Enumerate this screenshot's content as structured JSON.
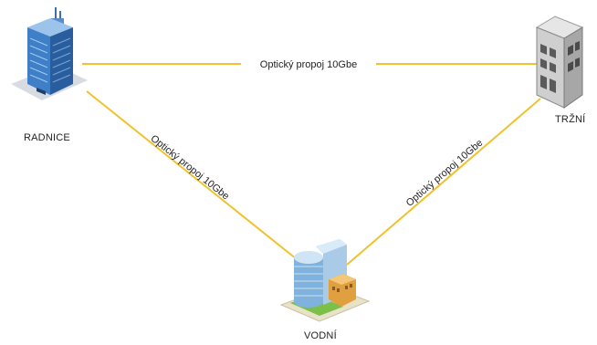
{
  "link_color": "#f2c12e",
  "nodes": [
    {
      "id": "radnice",
      "label": "RADNICE",
      "icon": "office-tower-blue-icon"
    },
    {
      "id": "trzni",
      "label": "TRŽNÍ",
      "icon": "office-building-gray-icon"
    },
    {
      "id": "vodni",
      "label": "VODNÍ",
      "icon": "round-office-building-icon"
    }
  ],
  "links": [
    {
      "from": "radnice",
      "to": "trzni",
      "label": "Optický propoj 10Gbe"
    },
    {
      "from": "radnice",
      "to": "vodni",
      "label": "Optický propoj 10Gbe"
    },
    {
      "from": "vodni",
      "to": "trzni",
      "label": "Optický propoj 10Gbe"
    }
  ]
}
